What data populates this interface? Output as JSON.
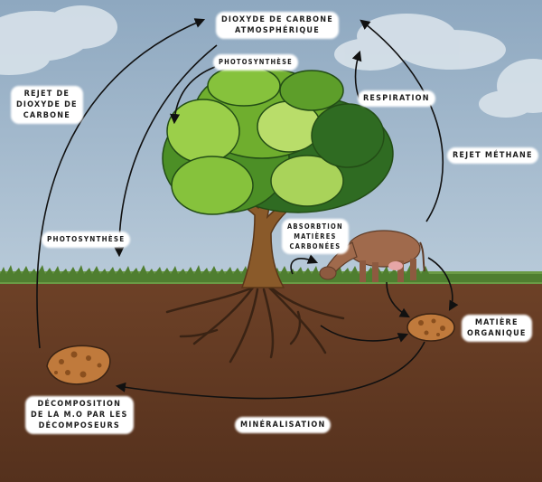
{
  "colors": {
    "sky_top": "#8fa9c1",
    "sky_bottom": "#b5c8d8",
    "soil": "#6a3f26",
    "soil_dark": "#4a2a18",
    "grass": "#5c8a3a",
    "trunk": "#8a5a2a",
    "foliage_light": "#9bcf4a",
    "foliage_mid": "#6fae2e",
    "foliage_dark": "#2f6b22",
    "cow": "#a06a4c",
    "matter": "#c07a3c",
    "arrow": "#111111"
  },
  "icons": [
    "tree-icon",
    "cow-icon",
    "organic-matter-icon",
    "decomposer-icon",
    "cloud-icon"
  ],
  "labels": {
    "co2_line1": "DIOXYDE DE CARBONE",
    "co2_line2": "ATMOSPHÉRIQUE",
    "photosynthese_top": "PHOTOSYNTHÈSE",
    "photosynthese_left": "PHOTOSYNTHÈSE",
    "respiration": "RESPIRATION",
    "rejet_methane": "REJET MÉTHANE",
    "rejet_co2_line1": "REJET DE",
    "rejet_co2_line2": "DIOXYDE DE",
    "rejet_co2_line3": "CARBONE",
    "absorption_line1": "ABSORBTION",
    "absorption_line2": "MATIÈRES",
    "absorption_line3": "CARBONÉES",
    "matiere_line1": "MATIÈRE",
    "matiere_line2": "ORGANIQUE",
    "decomposition_line1": "DÉCOMPOSITION",
    "decomposition_line2": "DE LA M.O PAR LES",
    "decomposition_line3": "DÉCOMPOSEURS",
    "mineralisation": "MINÉRALISATION"
  }
}
